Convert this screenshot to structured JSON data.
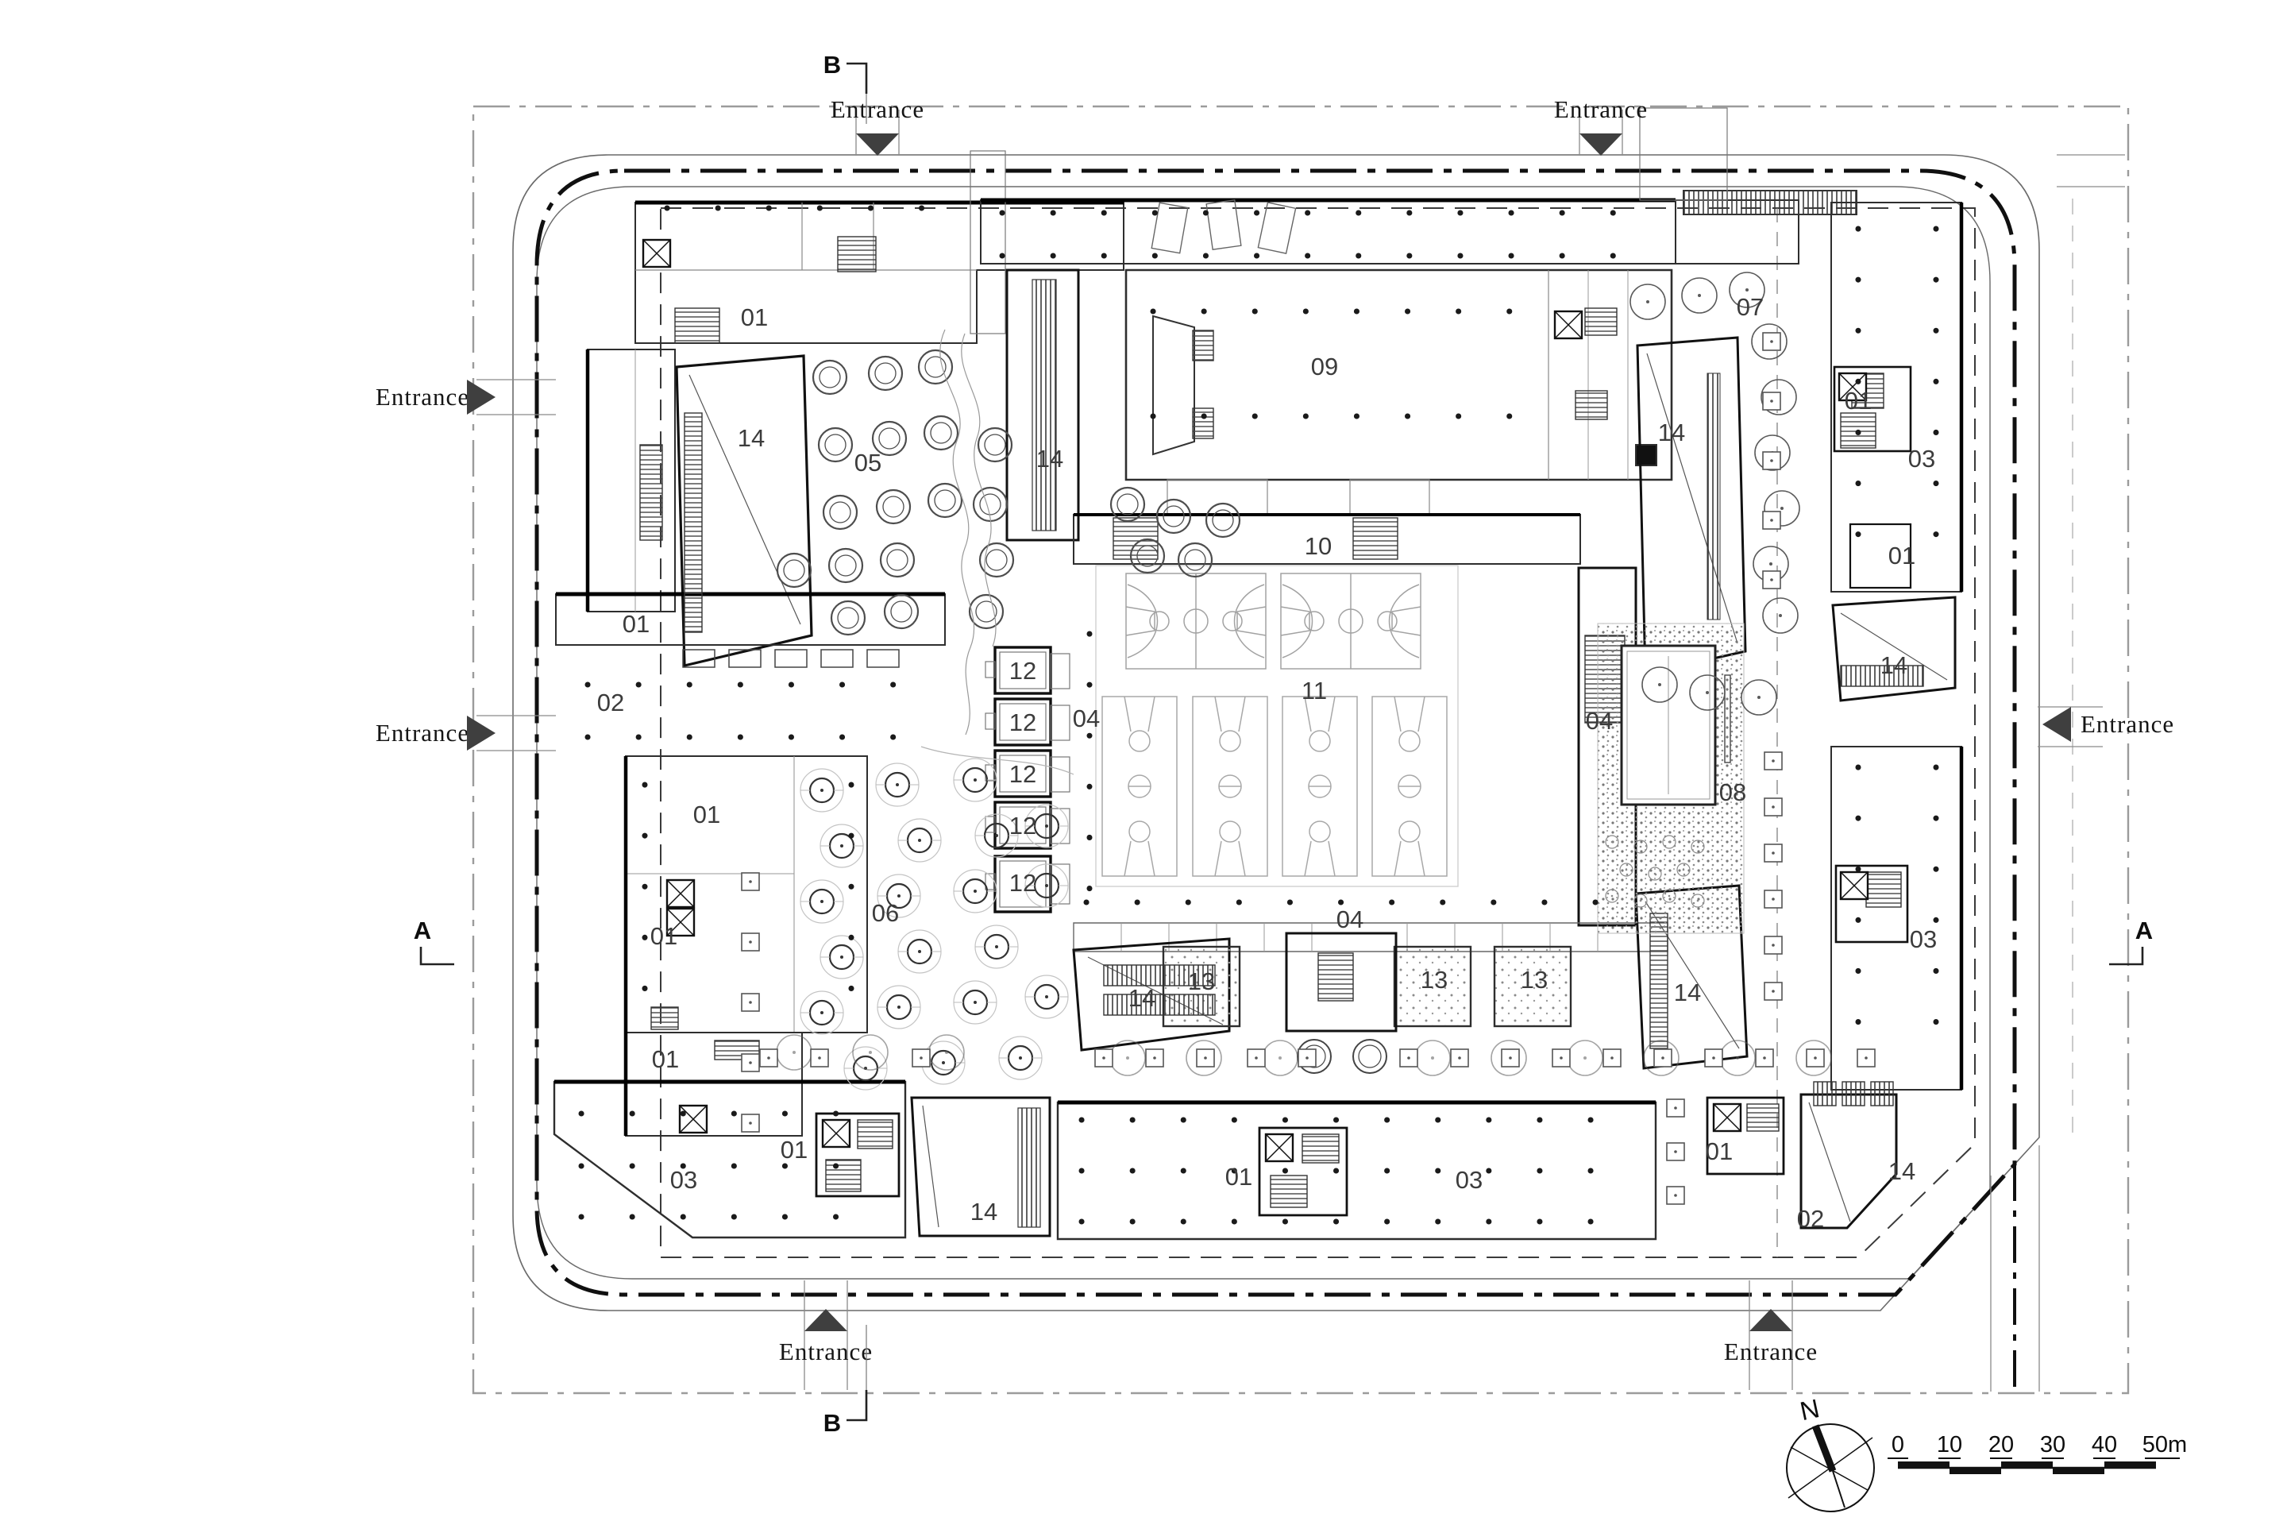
{
  "plan": {
    "entrance_label": "Entrance",
    "section_markers": {
      "a": "A",
      "b": "B"
    },
    "north_label": "N",
    "scale_bar": {
      "ticks": [
        "0",
        "10",
        "20",
        "30",
        "40",
        "50m"
      ]
    },
    "room_numbers": {
      "n01": "01",
      "n02": "02",
      "n03": "03",
      "n04": "04",
      "n05": "05",
      "n06": "06",
      "n07": "07",
      "n08": "08",
      "n09": "09",
      "n10": "10",
      "n11": "11",
      "n12": "12",
      "n13": "13",
      "n14": "14"
    }
  }
}
